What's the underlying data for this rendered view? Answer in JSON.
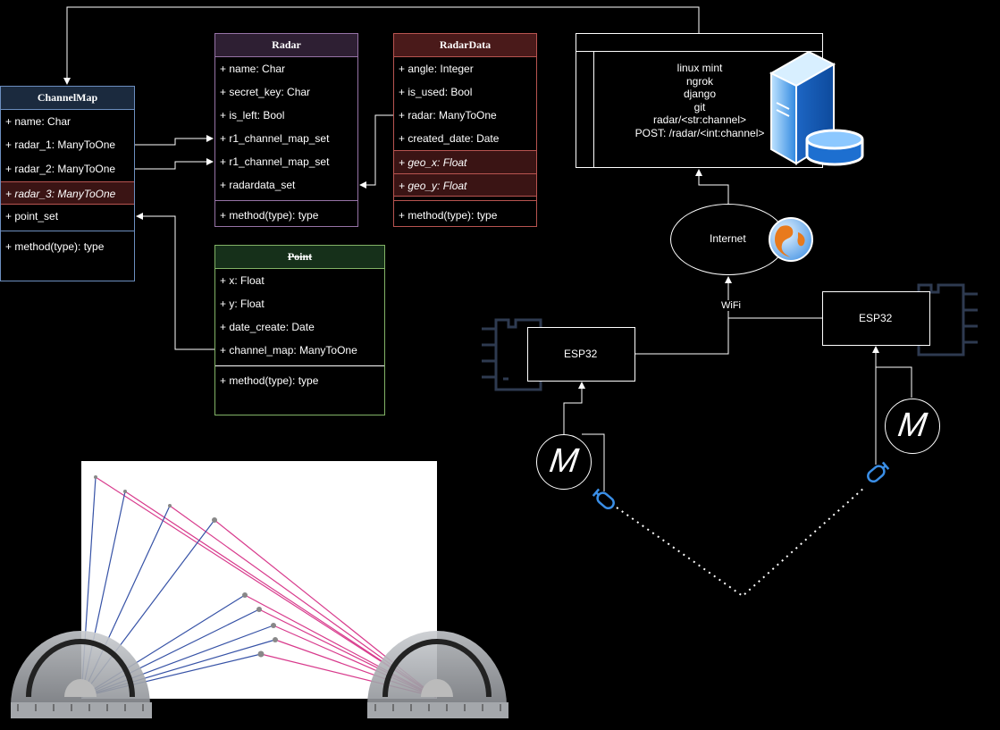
{
  "channelmap": {
    "title": "ChannelMap",
    "fields": [
      "+ name: Char",
      "+ radar_1: ManyToOne",
      "+ radar_2: ManyToOne",
      "+ radar_3: ManyToOne",
      "+ point_set"
    ],
    "method": "+ method(type): type",
    "color": "#6c8ebf"
  },
  "radar": {
    "title": "Radar",
    "fields": [
      "+ name: Char",
      "+ secret_key: Char",
      "+ is_left: Bool",
      "+ r1_channel_map_set",
      "+ r1_channel_map_set",
      "+ radardata_set"
    ],
    "method": "+ method(type): type",
    "color": "#9673a6"
  },
  "radardata": {
    "title": "RadarData",
    "fields": [
      "+ angle: Integer",
      "+ is_used: Bool",
      "+ radar: ManyToOne",
      "+ created_date: Date",
      "+ geo_x: Float",
      "+ geo_y: Float"
    ],
    "method": "+ method(type): type",
    "color": "#b85450"
  },
  "point": {
    "title": "Point",
    "fields": [
      "+ x: Float",
      "+ y: Float",
      "+ date_create: Date",
      "+ channel_map: ManyToOne"
    ],
    "method": "+ method(type): type",
    "color": "#82b366"
  },
  "server": {
    "lines": [
      "linux mint",
      "ngrok",
      "django",
      "git",
      "radar/<str:channel>",
      "POST: /radar/<int:channel>"
    ]
  },
  "network": {
    "internet": "Internet",
    "wifi": "WiFi",
    "esp_left": "ESP32",
    "esp_right": "ESP32",
    "motor_symbol": "M"
  },
  "icons": [
    "server-icon",
    "database-icon",
    "globe-icon",
    "chip-icon",
    "motor-icon",
    "ultrasonic-sensor-icon",
    "protractor-image"
  ]
}
